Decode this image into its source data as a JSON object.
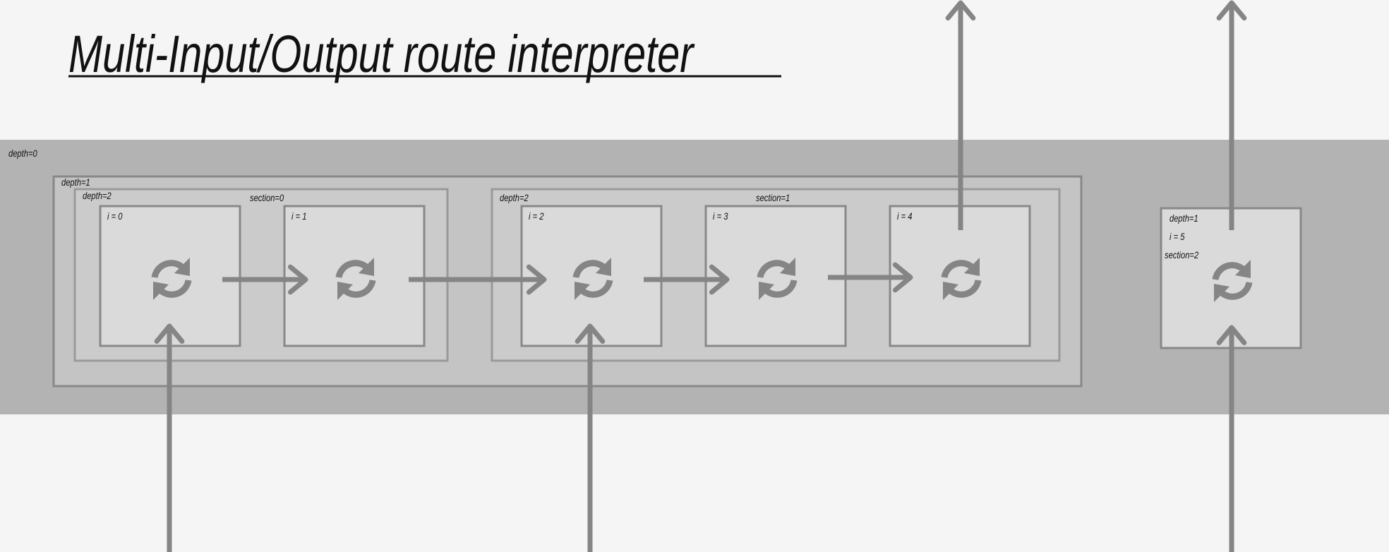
{
  "title": "Multi-Input/Output route interpreter",
  "containers": {
    "depth0": "depth=0",
    "depth1_main": "depth=1",
    "depth2_a": "depth=2",
    "section0": "section=0",
    "depth2_b": "depth=2",
    "section1": "section=1"
  },
  "nodes": [
    {
      "label": "i = 0",
      "icon": "refresh-icon"
    },
    {
      "label": "i = 1",
      "icon": "refresh-icon"
    },
    {
      "label": "i = 2",
      "icon": "refresh-icon"
    },
    {
      "label": "i = 3",
      "icon": "refresh-icon"
    },
    {
      "label": "i = 4",
      "icon": "refresh-icon"
    },
    {
      "label": "i = 5",
      "icon": "refresh-icon",
      "depth": "depth=1",
      "section": "section=2"
    }
  ],
  "colors": {
    "background": "#f5f5f5",
    "band": "#b3b3b3",
    "depth1": "#c4c4c4",
    "depth2": "#cbcbcb",
    "node": "#dadada",
    "stroke": "#888888",
    "arrow": "#858585"
  }
}
